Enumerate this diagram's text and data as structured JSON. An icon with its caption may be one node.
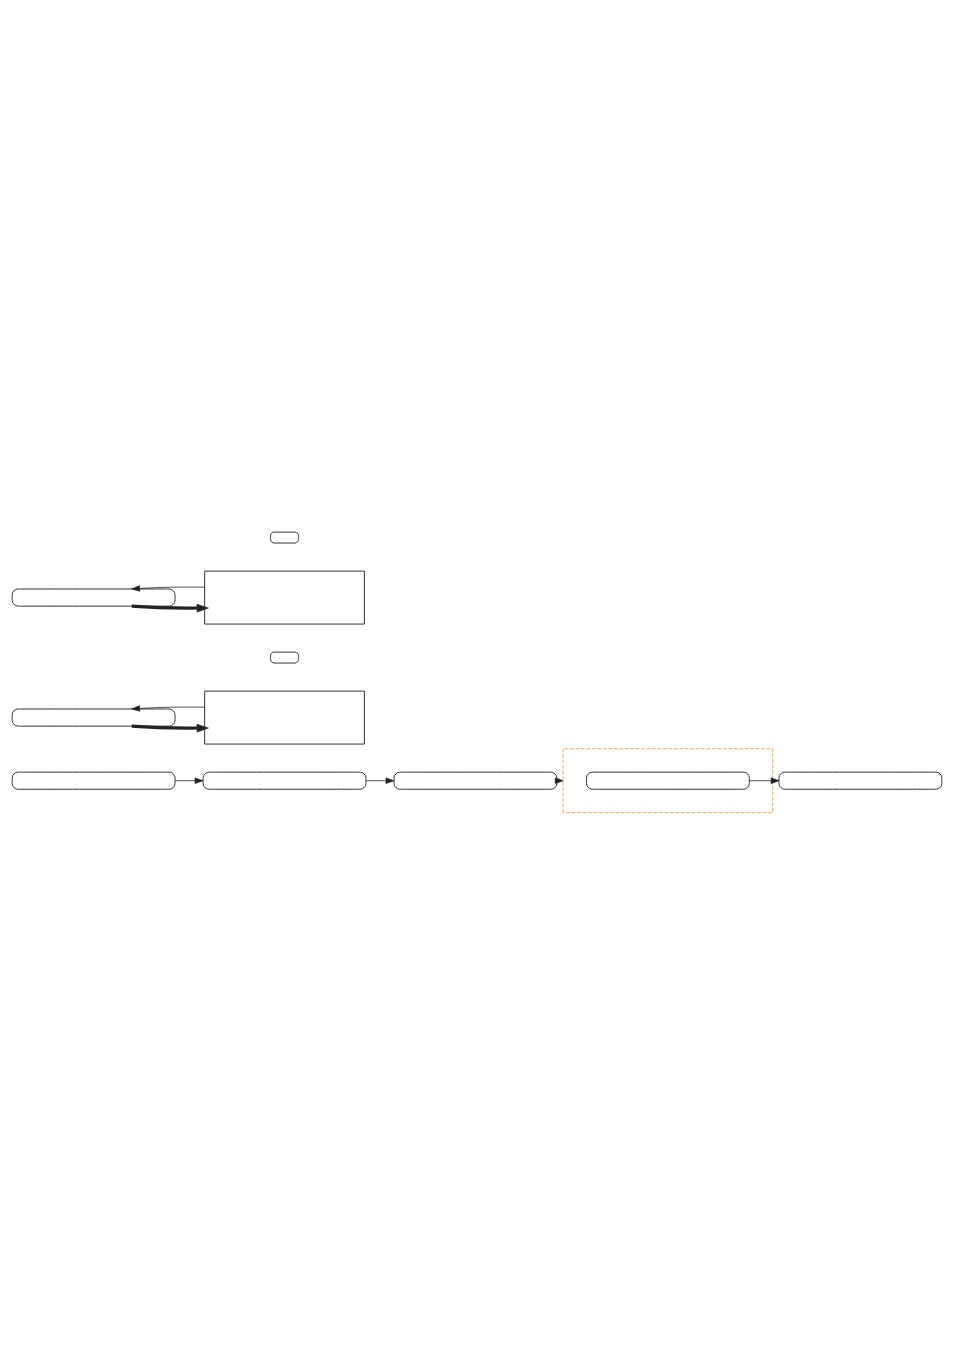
{
  "diagram": {
    "nodes": [
      {
        "text": [],
        "shape": "box"
      },
      {
        "text": [],
        "shape": "box"
      },
      {
        "text": [],
        "shape": "box"
      },
      {
        "text": [],
        "shape": "box"
      },
      {
        "text": [],
        "shape": "box"
      },
      {
        "text": [],
        "shape": "box"
      },
      {
        "text": [],
        "shape": "box"
      },
      {
        "text": [],
        "shape": "box"
      },
      {
        "text": [],
        "shape": "box"
      },
      {
        "text": [],
        "shape": "box"
      },
      {
        "text": [],
        "shape": "box",
        "in": 9
      },
      {
        "text": [],
        "shape": "box"
      }
    ],
    "edges": [
      {
        "from": 0,
        "to": 2,
        "arrow": "to",
        "style": "thick"
      },
      {
        "from": 2,
        "to": 0,
        "arrow": "to"
      },
      {
        "from": 3,
        "to": 5,
        "arrow": "to",
        "style": "thick"
      },
      {
        "from": 5,
        "to": 3,
        "arrow": "to"
      },
      {
        "from": 6,
        "to": 7,
        "arrow": "to"
      },
      {
        "from": 7,
        "to": 8,
        "arrow": "to"
      },
      {
        "from": 8,
        "to": 9,
        "arrow": "to"
      },
      {
        "from": 10,
        "to": 11,
        "arrow": "to"
      }
    ]
  }
}
